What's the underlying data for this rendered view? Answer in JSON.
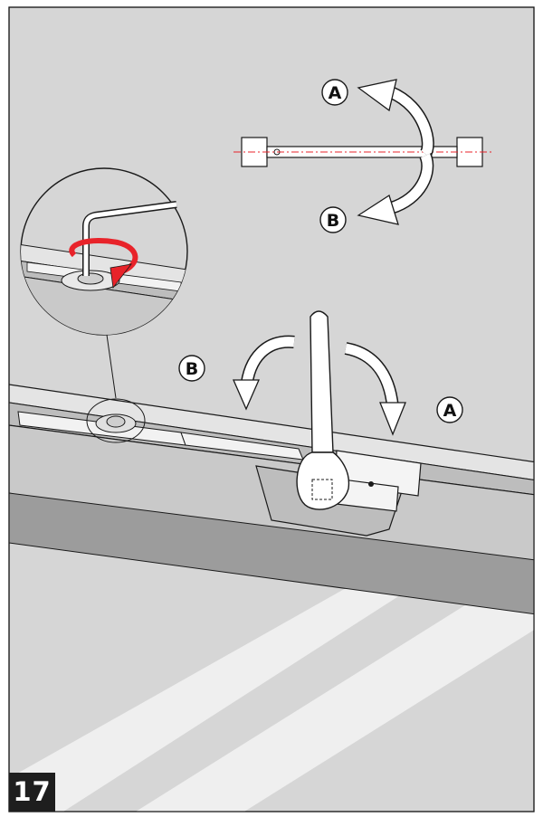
{
  "figure": {
    "step_number": "17",
    "labels": {
      "direction_a": "A",
      "direction_b": "B"
    }
  },
  "colors": {
    "background": "#d6d6d6",
    "rail": "#c8c8c8",
    "rail_dark": "#9c9c9c",
    "line": "#1a1a1a",
    "accent": "#e8232a",
    "badge": "#1e1e1e",
    "page": "#ffffff"
  },
  "icons": [
    "rotate-arrow-icon",
    "hex-key-icon",
    "wrench-icon"
  ]
}
